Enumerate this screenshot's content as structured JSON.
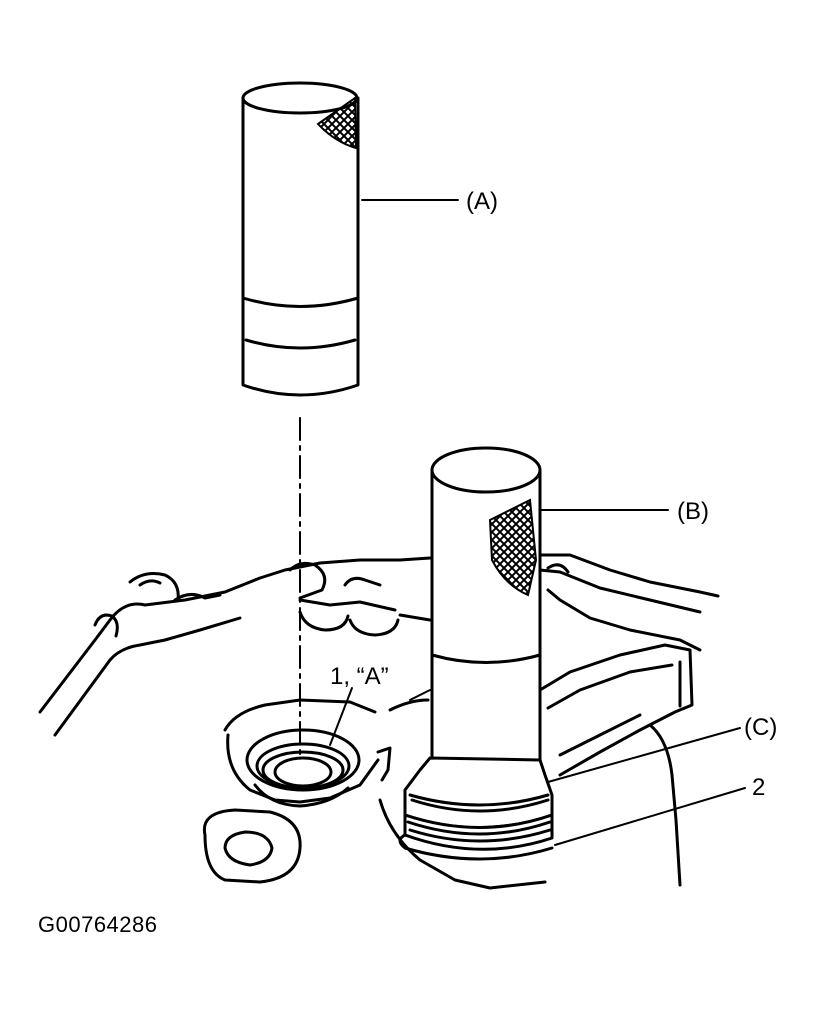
{
  "labels": {
    "a": "(A)",
    "b": "(B)",
    "c": "(C)",
    "part1": "1, “A”",
    "part2": "2"
  },
  "figure_code": "G00764286",
  "colors": {
    "ink": "#000000",
    "paper": "#ffffff"
  }
}
